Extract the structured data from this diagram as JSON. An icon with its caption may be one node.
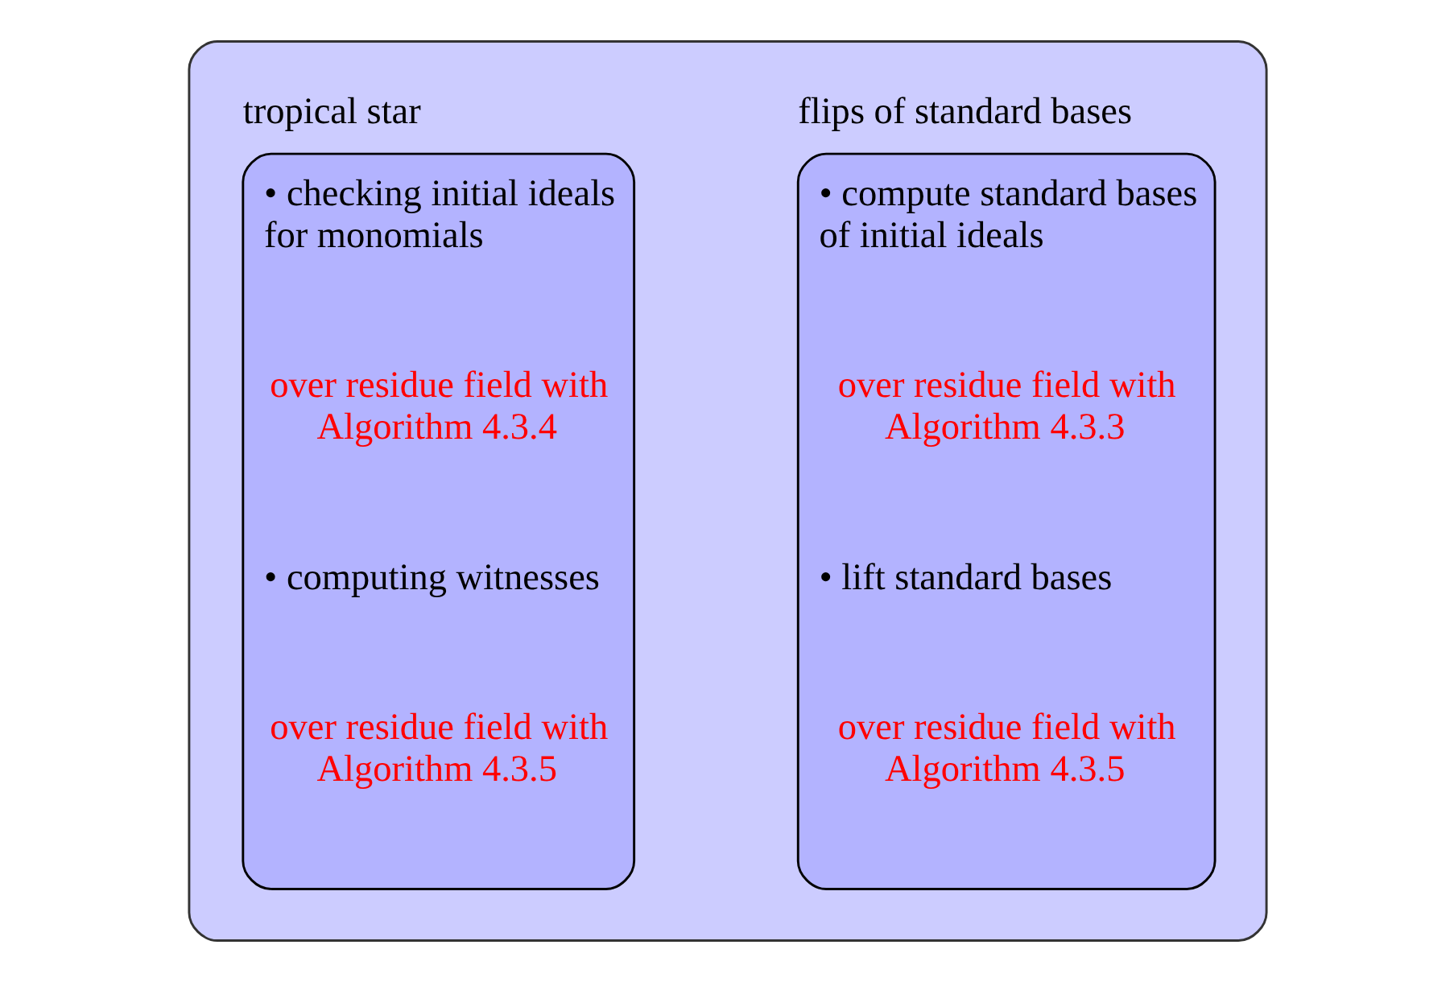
{
  "diagram": {
    "nodes": [
      {
        "text": [],
        "shape": "box"
      },
      {
        "text": [
          "tropical star",
          "• checking initial ideals for monomials",
          "over residue field with Algorithm 4.3.4",
          "• computing witnesses",
          "over residue field with Algorithm 4.3.5"
        ],
        "in": 0
      },
      {
        "text": [
          "flips of standard bases",
          "• compute standard bases of initial ideals",
          "over residue field with Algorithm 4.3.3",
          "• lift standard bases",
          "over residue field with Algorithm 4.3.5"
        ],
        "in": 0
      }
    ],
    "edges": []
  }
}
